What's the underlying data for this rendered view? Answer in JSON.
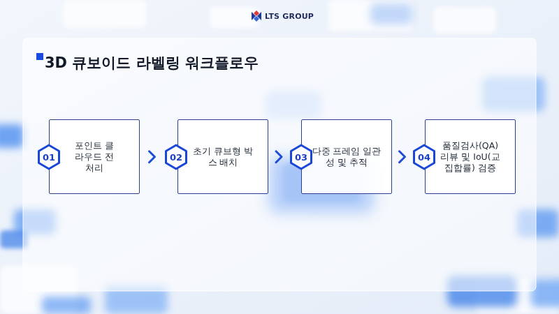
{
  "diagram": {
    "title": "3D 큐보이드 라벨링 워크플로우",
    "nodes": [
      {
        "text": [
          "01"
        ]
      },
      {
        "text": [
          "포인트 클라우드 전처리"
        ]
      },
      {
        "text": [
          "02"
        ]
      },
      {
        "text": [
          "초기 큐브형 박스 배치"
        ]
      },
      {
        "text": [
          "03"
        ]
      },
      {
        "text": [
          "다중 프레임 일관성 및 추적"
        ]
      },
      {
        "text": [
          "04"
        ]
      },
      {
        "text": [
          "품질검사(QA) 리뷰 및 IoU(교집합률) 검증"
        ]
      }
    ],
    "edges": [
      {
        "from": 1,
        "to": 2,
        "arrow": "to"
      },
      {
        "from": 3,
        "to": 4,
        "arrow": "to"
      },
      {
        "from": 5,
        "to": 6,
        "arrow": "to"
      }
    ],
    "labels": [
      "LTS GROUP"
    ]
  }
}
